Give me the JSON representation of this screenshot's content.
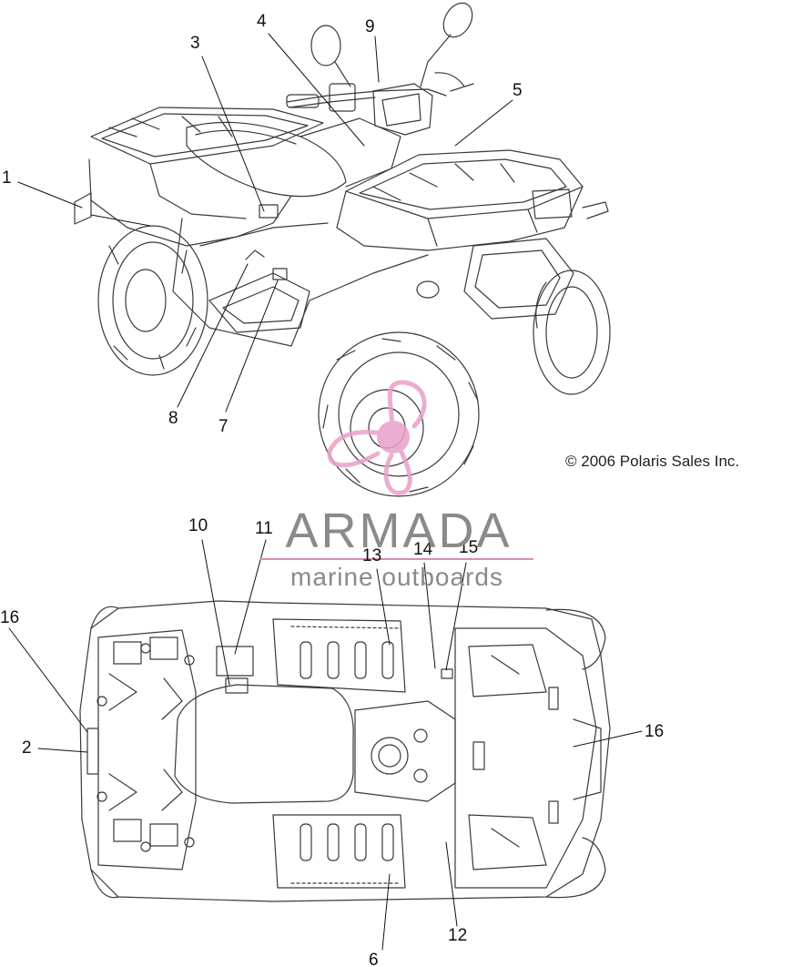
{
  "copyright": "© 2006 Polaris Sales Inc.",
  "watermark": {
    "brand": "ARMADA",
    "tagline": "marine outboards",
    "colors": {
      "text": "#8a8a8a",
      "logo": "#e8a0c8",
      "rule": "#d98cb6"
    }
  },
  "callouts": {
    "c1": "1",
    "c2": "2",
    "c3": "3",
    "c4": "4",
    "c5": "5",
    "c6": "6",
    "c7": "7",
    "c8": "8",
    "c9": "9",
    "c10": "10",
    "c11": "11",
    "c12": "12",
    "c13": "13",
    "c14": "14",
    "c15": "15",
    "c16a": "16",
    "c16b": "16"
  }
}
